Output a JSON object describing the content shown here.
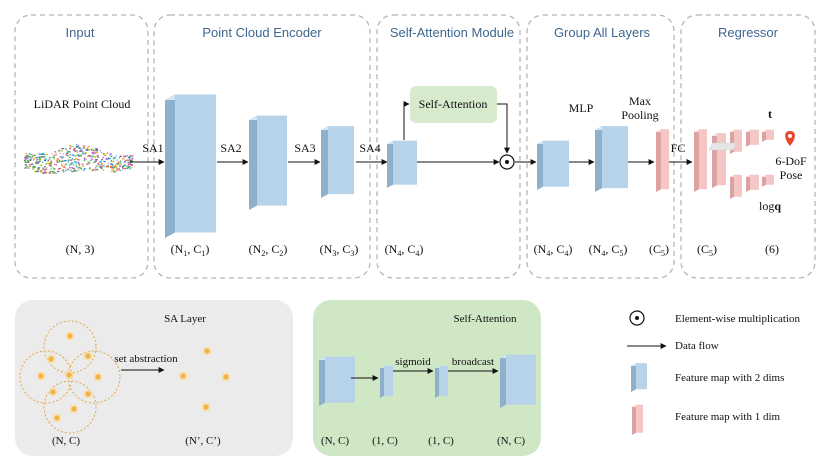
{
  "stages": {
    "input": "Input",
    "encoder": "Point Cloud Encoder",
    "attention": "Self-Attention Module",
    "group": "Group All Layers",
    "regressor": "Regressor"
  },
  "labels": {
    "lidar": "LiDAR Point Cloud",
    "sa1": "SA1",
    "sa2": "SA2",
    "sa3": "SA3",
    "sa4": "SA4",
    "self_attention": "Self-Attention",
    "mlp": "MLP",
    "max_pooling": "Max\nPooling",
    "fc": "FC",
    "t": "t",
    "pose": "6-DoF\nPose",
    "logq": "log",
    "logq_bold": "q"
  },
  "dims": {
    "input": "(N, 3)",
    "n1c1": [
      "(N",
      "1",
      ", C",
      "1",
      ")"
    ],
    "n2c2": [
      "(N",
      "2",
      ", C",
      "2",
      ")"
    ],
    "n3c3": [
      "(N",
      "3",
      ", C",
      "3",
      ")"
    ],
    "n4c4": [
      "(N",
      "4",
      ", C",
      "4",
      ")"
    ],
    "n4c4_b": [
      "(N",
      "4",
      ", C",
      "4",
      ")"
    ],
    "n4c5": [
      "(N",
      "4",
      ", C",
      "5",
      ")"
    ],
    "c5": [
      "(C",
      "5",
      ")"
    ],
    "c5_b": [
      "(C",
      "5",
      ")"
    ],
    "six": "(6)"
  },
  "sa_layer": {
    "title": "SA Layer",
    "set_abstraction": "set abstraction",
    "dim_in": "(N, C)",
    "dim_out": "(N’, C’)"
  },
  "self_attention_panel": {
    "title": "Self-Attention",
    "sigmoid": "sigmoid",
    "broadcast": "broadcast",
    "dims": [
      "(N, C)",
      "(1, C)",
      "(1, C)",
      "(N, C)"
    ]
  },
  "legend": {
    "elementwise": "Element-wise multiplication",
    "dataflow": "Data flow",
    "fm2": "Feature map with 2 dims",
    "fm1": "Feature map with 1 dim"
  },
  "colors": {
    "blue_front": "#b7d3ea",
    "blue_side": "#8fb0cb",
    "blue_top": "#d3e5f3",
    "pink_front": "#f4c6c6",
    "pink_side": "#dca2a2",
    "pink_top": "#f9dede",
    "attention_green": "#d6ebcd",
    "panel_green": "#cfe7c4",
    "panel_gray": "#ebebeb",
    "stage_title": "#3f6790",
    "point_orange": "#f0b24a"
  }
}
